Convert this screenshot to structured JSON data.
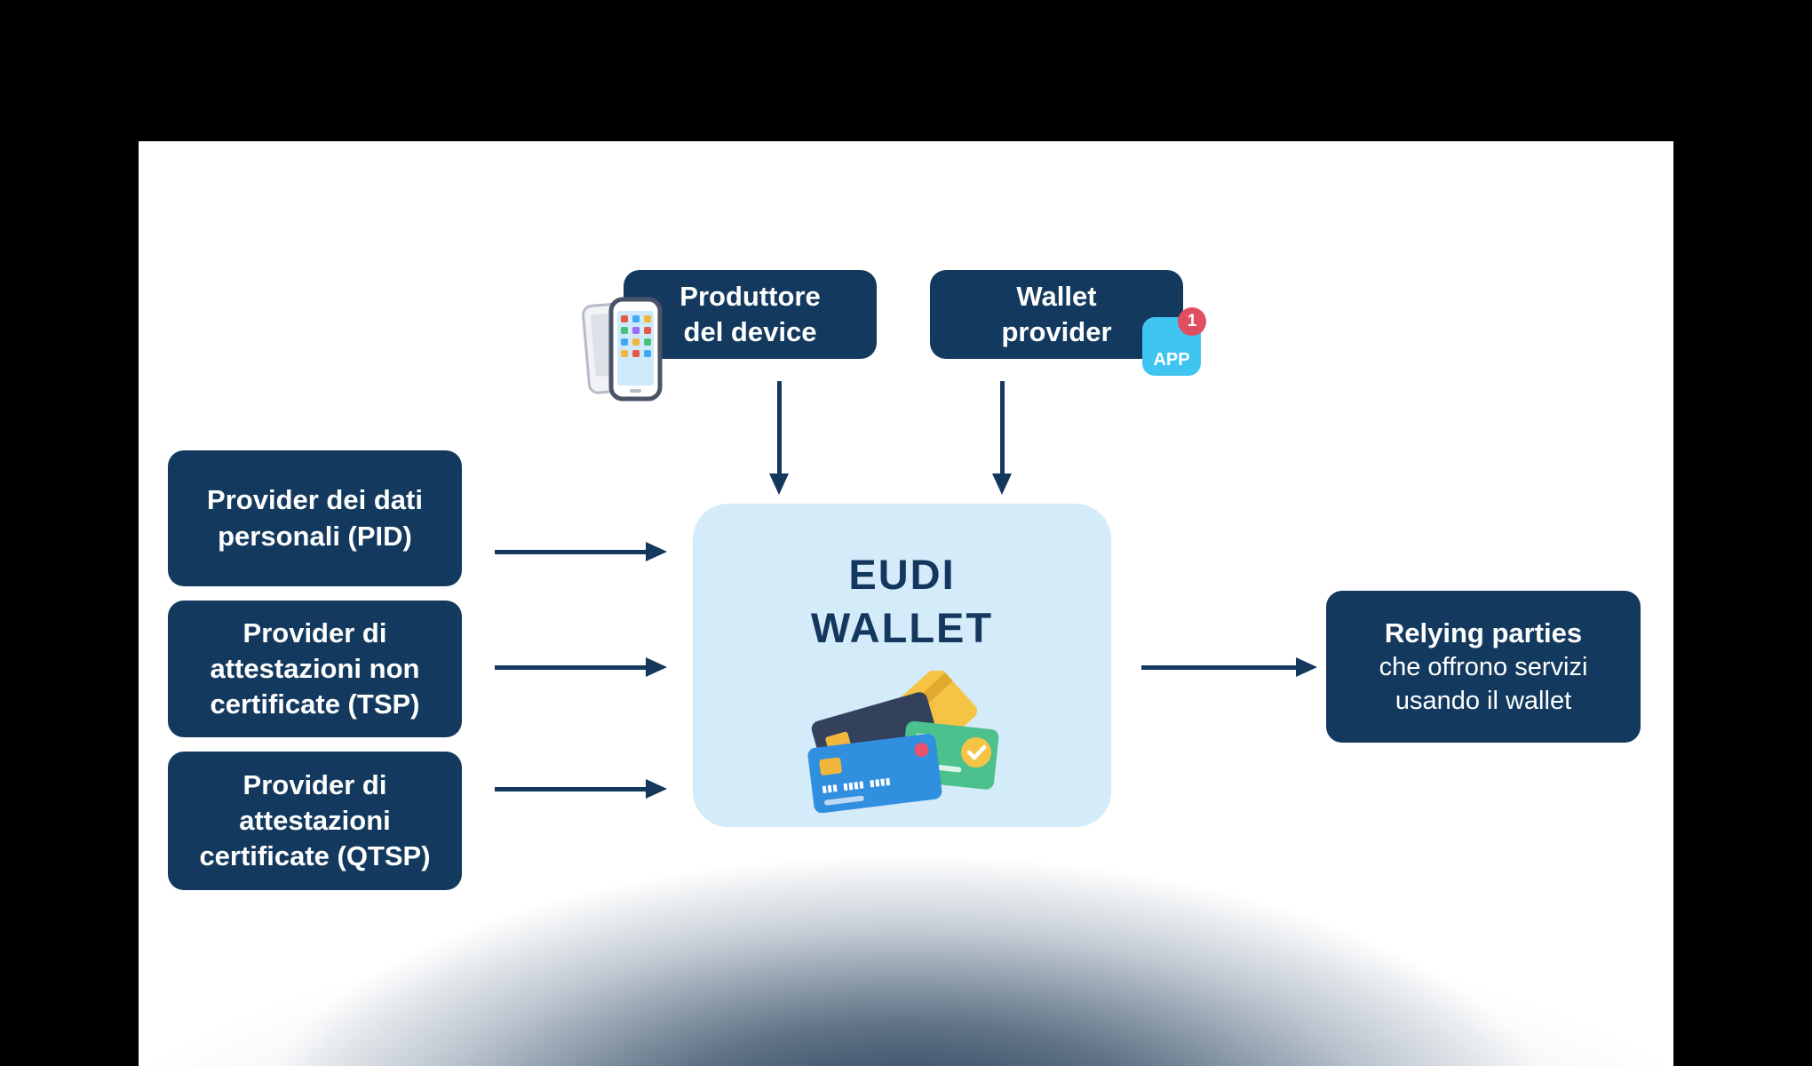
{
  "colors": {
    "frame": "#000000",
    "canvas": "#ffffff",
    "navy_box": "#133a5e",
    "central_box": "#d4ebfa",
    "box_text": "#ffffff",
    "title_text": "#14375e",
    "app_icon_cyan": "#3fc5f0",
    "badge_red": "#e04f5f"
  },
  "nodes": {
    "device_producer": {
      "lines": [
        "Produttore",
        "del device"
      ]
    },
    "wallet_provider": {
      "lines": [
        "Wallet",
        "provider"
      ]
    },
    "app_icon": {
      "label": "APP",
      "badge": "1"
    },
    "pid_provider": {
      "lines": [
        "Provider dei dati",
        "personali (PID)"
      ]
    },
    "tsp_provider": {
      "lines": [
        "Provider di",
        "attestazioni non",
        "certificate (TSP)"
      ]
    },
    "qtsp_provider": {
      "lines": [
        "Provider di",
        "attestazioni",
        "certificate (QTSP)"
      ]
    },
    "eudi_wallet": {
      "lines": [
        "EUDI",
        "WALLET"
      ]
    },
    "relying_parties": {
      "title": "Relying parties",
      "lines": [
        "che offrono servizi",
        "usando il wallet"
      ]
    }
  },
  "icons": {
    "phone": "smartphone-with-app-grid",
    "cards": "stack-of-payment-cards-with-check"
  }
}
